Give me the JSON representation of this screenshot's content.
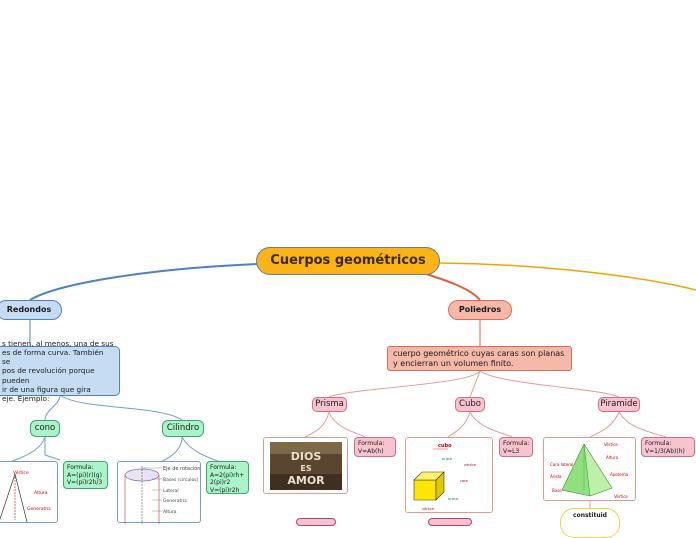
{
  "central": {
    "title": "Cuerpos geométricos"
  },
  "redondos": {
    "label": "Redondos",
    "description": "s tienen, al menos, una de sus\nes de forma curva. También se\npos de revolución porque pueden\nir de una figura que gira\neje. Ejemplo:",
    "cono": {
      "label": "cono",
      "formula": "Formula:\nA=(pi)(r)(g)\nV=(pi)r2h/3",
      "image_labels": [
        "Vértice",
        "Altura",
        "Generatriz"
      ]
    },
    "cilindro": {
      "label": "Cilindro",
      "formula": "Formula:\nA=2(pi)rh+\n2(pi)r2\nV=(pi)r2h",
      "image_labels": [
        "Eje de rotación",
        "Bases (círculos)",
        "Lateral",
        "Generatriz",
        "Altura"
      ]
    }
  },
  "poliedros": {
    "label": "Poliedros",
    "description": "cuerpo geométrico cuyas caras son planas\ny encierran un volumen finito.",
    "prisma": {
      "label": "Prisma",
      "formula": "Formula:\nV=Ab(h)",
      "image_text": [
        "DIOS",
        "ES",
        "AMOR"
      ]
    },
    "cubo": {
      "label": "Cubo",
      "formula": "Formula:\nV=L3",
      "image_labels": [
        "cubo",
        "arista",
        "cara",
        "vértice",
        "arista",
        "vértice"
      ]
    },
    "piramide": {
      "label": "Piramide",
      "formula": "Formula:\nV=1/3(Ab)(h)",
      "image_labels": [
        "Vértice",
        "Altura",
        "Cara lateral",
        "Arista",
        "Apotema",
        "Base",
        "Vértice"
      ],
      "sub": "constituid"
    }
  },
  "colors": {
    "central": "#fbb316",
    "blue_branch": "#4c82c0",
    "red_branch": "#e8593c",
    "orange_branch": "#f2a300",
    "green": "#a9f4c8",
    "pink": "#f6c3cf"
  }
}
